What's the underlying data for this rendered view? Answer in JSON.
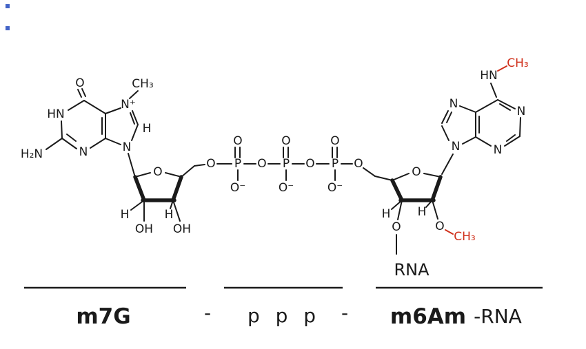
{
  "caption": {
    "m7g": "m7G",
    "dash_left": "-",
    "ppp": "p p p",
    "dash_right": "-",
    "m6am": "m6Am",
    "rna_suffix": "-RNA",
    "rna_above_line": "RNA"
  },
  "guanine": {
    "o6": "O",
    "n1": "HN",
    "amine": "H₂N",
    "n3": "N",
    "n7": "N⁺",
    "n7_methyl": "CH₃",
    "c8_h": "H",
    "n9": "N"
  },
  "ribose_left": {
    "ring_o": "O",
    "c1_h": "H",
    "c2_oh": "OH",
    "c3_h": "H",
    "c3_oh": "OH",
    "o5": "O"
  },
  "triphosphate": {
    "p": "P",
    "o_double": "O",
    "o_minus": "O⁻",
    "o_bridge": "O",
    "o5_right": "O"
  },
  "ribose_right": {
    "ring_o": "O",
    "c3_h": "H",
    "c3_o": "O",
    "c2_h": "H",
    "c2_o": "O",
    "o2_methyl": "CH₃"
  },
  "adenine": {
    "n7": "N",
    "n9": "N",
    "n1": "N",
    "n3": "N",
    "n6_hn": "HN",
    "n6_methyl": "CH₃"
  },
  "colors": {
    "bond": "#1a1a1a",
    "highlight": "#d02f1a",
    "background": "#ffffff",
    "bullet": "#4263c7"
  }
}
